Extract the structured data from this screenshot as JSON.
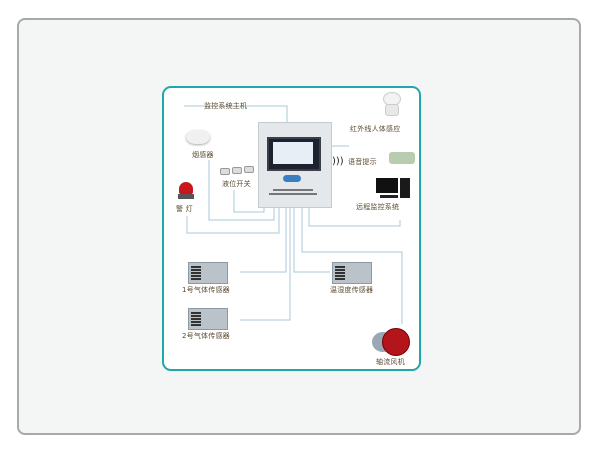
{
  "diagram": {
    "labels": {
      "host": "监控系统主机",
      "smoke": "烟感器",
      "level_switch": "液位开关",
      "alarm_light": "警 灯",
      "infrared": "红外线人体感应",
      "voice": "语音提示",
      "remote": "远程监控系统",
      "gas1": "1号气体传感器",
      "gas2": "2号气体传感器",
      "temp_humidity": "温湿度传感器",
      "fan": "轴流风机"
    },
    "colors": {
      "border": "#1fa7ac",
      "line": "#9ec3d6",
      "text": "#5a4a30"
    }
  }
}
